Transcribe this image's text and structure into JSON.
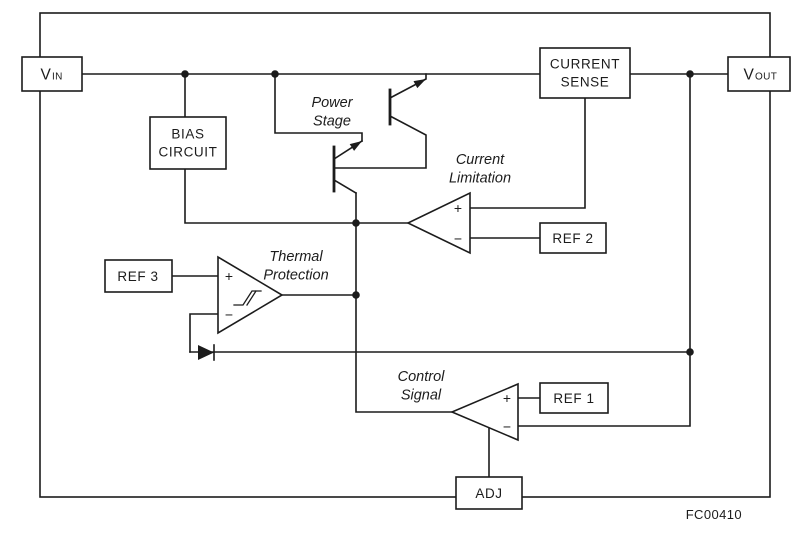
{
  "colors": {
    "ink": "#1c1c1c",
    "paper": "#ffffff"
  },
  "pins": {
    "vin": {
      "main": "V",
      "sub": "IN"
    },
    "vout": {
      "main": "V",
      "sub": "OUT"
    },
    "adj": {
      "label": "ADJ"
    }
  },
  "blocks": {
    "bias_circuit": {
      "line1": "BIAS",
      "line2": "CIRCUIT"
    },
    "current_sense": {
      "line1": "CURRENT",
      "line2": "SENSE"
    },
    "ref1": {
      "label": "REF 1"
    },
    "ref2": {
      "label": "REF 2"
    },
    "ref3": {
      "label": "REF 3"
    }
  },
  "stage_labels": {
    "power_stage": {
      "line1": "Power",
      "line2": "Stage"
    },
    "current_limitation": {
      "line1": "Current",
      "line2": "Limitation"
    },
    "thermal_protection": {
      "line1": "Thermal",
      "line2": "Protection"
    },
    "control_signal": {
      "line1": "Control",
      "line2": "Signal"
    }
  },
  "amp_signs": {
    "plus": "+",
    "minus": "−"
  },
  "figure_code": "FC00410"
}
